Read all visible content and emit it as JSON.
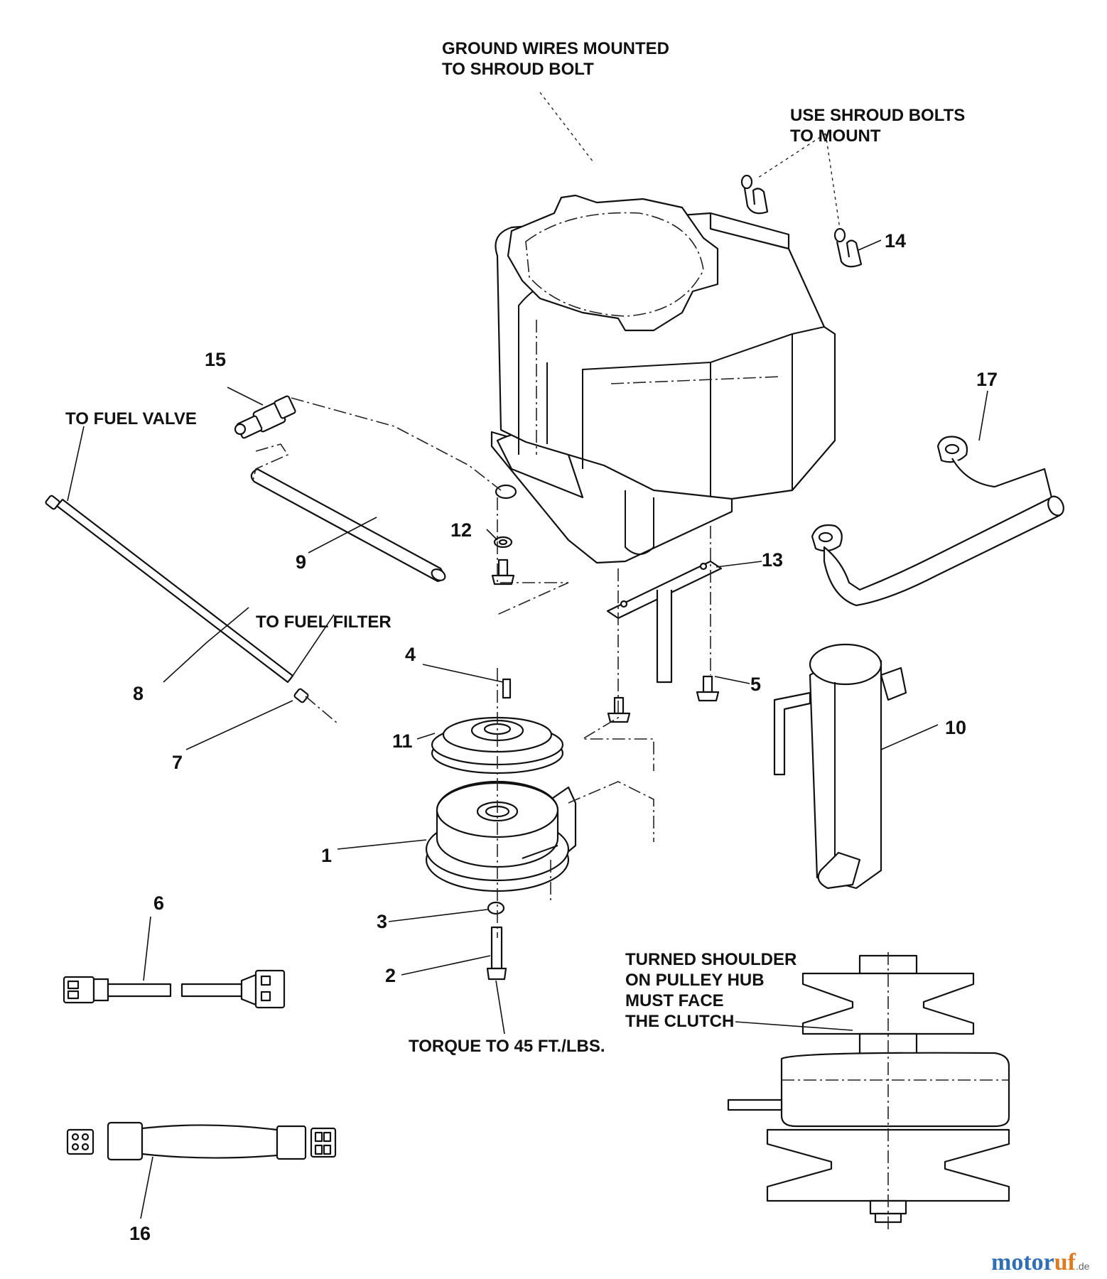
{
  "notes": {
    "ground_wires": [
      "GROUND WIRES MOUNTED",
      "TO SHROUD BOLT"
    ],
    "shroud_bolts": [
      "USE SHROUD BOLTS",
      "TO  MOUNT"
    ],
    "fuel_valve": "TO FUEL VALVE",
    "fuel_filter": "TO FUEL FILTER",
    "torque": "TORQUE TO 45 FT./LBS.",
    "pulley_hub": [
      "TURNED SHOULDER",
      "ON PULLEY HUB",
      "MUST FACE",
      "THE CLUTCH"
    ]
  },
  "part_numbers": [
    "1",
    "2",
    "3",
    "4",
    "5",
    "6",
    "7",
    "8",
    "9",
    "10",
    "11",
    "12",
    "13",
    "14",
    "15",
    "16",
    "17"
  ],
  "watermark": {
    "brand_a": "motor",
    "brand_b": "uf",
    "suffix": ".de"
  },
  "colors": {
    "line": "#111111",
    "watermark_blue": "#2f6fb5",
    "watermark_orange": "#e07a1f"
  }
}
